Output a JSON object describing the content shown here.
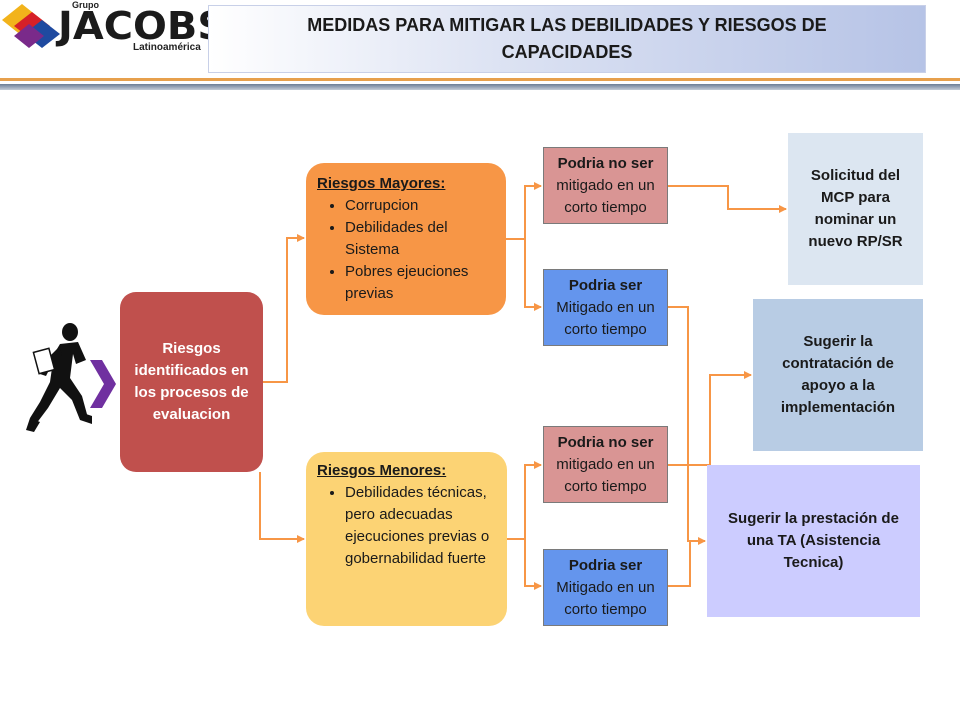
{
  "logo": {
    "grupo": "Grupo",
    "name": "JACOBS",
    "region": "Latinoamérica"
  },
  "title": "MEDIDAS PARA MITIGAR LAS DEBILIDADES Y RIESGOS DE CAPACIDADES",
  "source": {
    "label": "Riesgos identificados en los procesos de evaluacion"
  },
  "mayores": {
    "header": "Riesgos Mayores:",
    "items": [
      "Corrupcion",
      "Debilidades del Sistema",
      "Pobres ejeuciones previas"
    ]
  },
  "menores": {
    "header": "Riesgos Menores:",
    "items": [
      "Debilidades técnicas, pero adecuadas ejecuciones previas o gobernabilidad fuerte"
    ]
  },
  "outcomes": {
    "mayor_no": {
      "head": "Podria no ser",
      "rest": "mitigado en un corto tiempo"
    },
    "mayor_si": {
      "head": "Podria ser",
      "rest": "Mitigado en un corto tiempo"
    },
    "menor_no": {
      "head": "Podria no ser",
      "rest": "mitigado en un corto tiempo"
    },
    "menor_si": {
      "head": "Podria ser",
      "rest": "Mitigado en un corto tiempo"
    }
  },
  "actions": {
    "a1": "Solicitud del MCP para nominar un nuevo RP/SR",
    "a2": "Sugerir la contratación de apoyo a la implementación",
    "a3": "Sugerir  la prestación de una  TA (Asistencia Tecnica)"
  },
  "colors": {
    "source": "#c0504d",
    "mayores": "#f79646",
    "menores": "#fcd374",
    "no_mitigable": "#d99594",
    "mitigable": "#6495ed",
    "action1": "#dce6f1",
    "action2": "#b8cce4",
    "action3": "#ccccff",
    "connector": "#f79646",
    "chevron": "#7030a0"
  },
  "icons": [
    "running-man-icon",
    "chevron-right-icon",
    "jacobs-logo-icon"
  ]
}
